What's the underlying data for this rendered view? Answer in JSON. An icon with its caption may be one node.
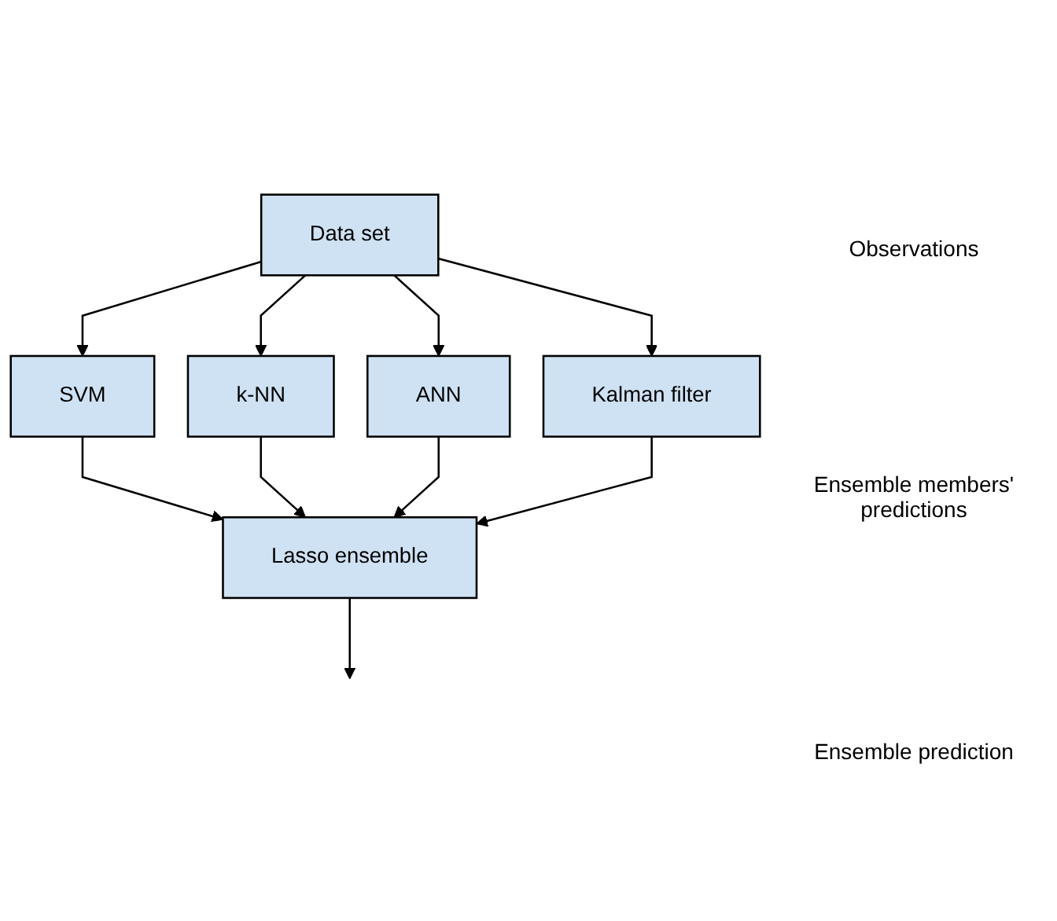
{
  "diagram": {
    "nodes": [
      {
        "text": [
          "Data set"
        ]
      },
      {
        "text": [
          "SVM"
        ]
      },
      {
        "text": [
          "k-NN"
        ]
      },
      {
        "text": [
          "ANN"
        ]
      },
      {
        "text": [
          "Kalman filter"
        ]
      },
      {
        "text": [
          "Lasso ensemble"
        ]
      }
    ],
    "edges": [
      {
        "from": 0,
        "to": 1,
        "arrow": "to"
      },
      {
        "from": 0,
        "to": 2,
        "arrow": "to"
      },
      {
        "from": 0,
        "to": 3,
        "arrow": "to"
      },
      {
        "from": 0,
        "to": 4,
        "arrow": "to"
      },
      {
        "from": 1,
        "to": 5,
        "arrow": "to"
      },
      {
        "from": 2,
        "to": 5,
        "arrow": "to"
      },
      {
        "from": 3,
        "to": 5,
        "arrow": "to"
      },
      {
        "from": 4,
        "to": 5,
        "arrow": "to"
      },
      {
        "from": 5,
        "to": null,
        "arrow": "to"
      }
    ],
    "labels": [
      "Observations",
      "Ensemble members' predictions",
      "Ensemble prediction"
    ]
  }
}
